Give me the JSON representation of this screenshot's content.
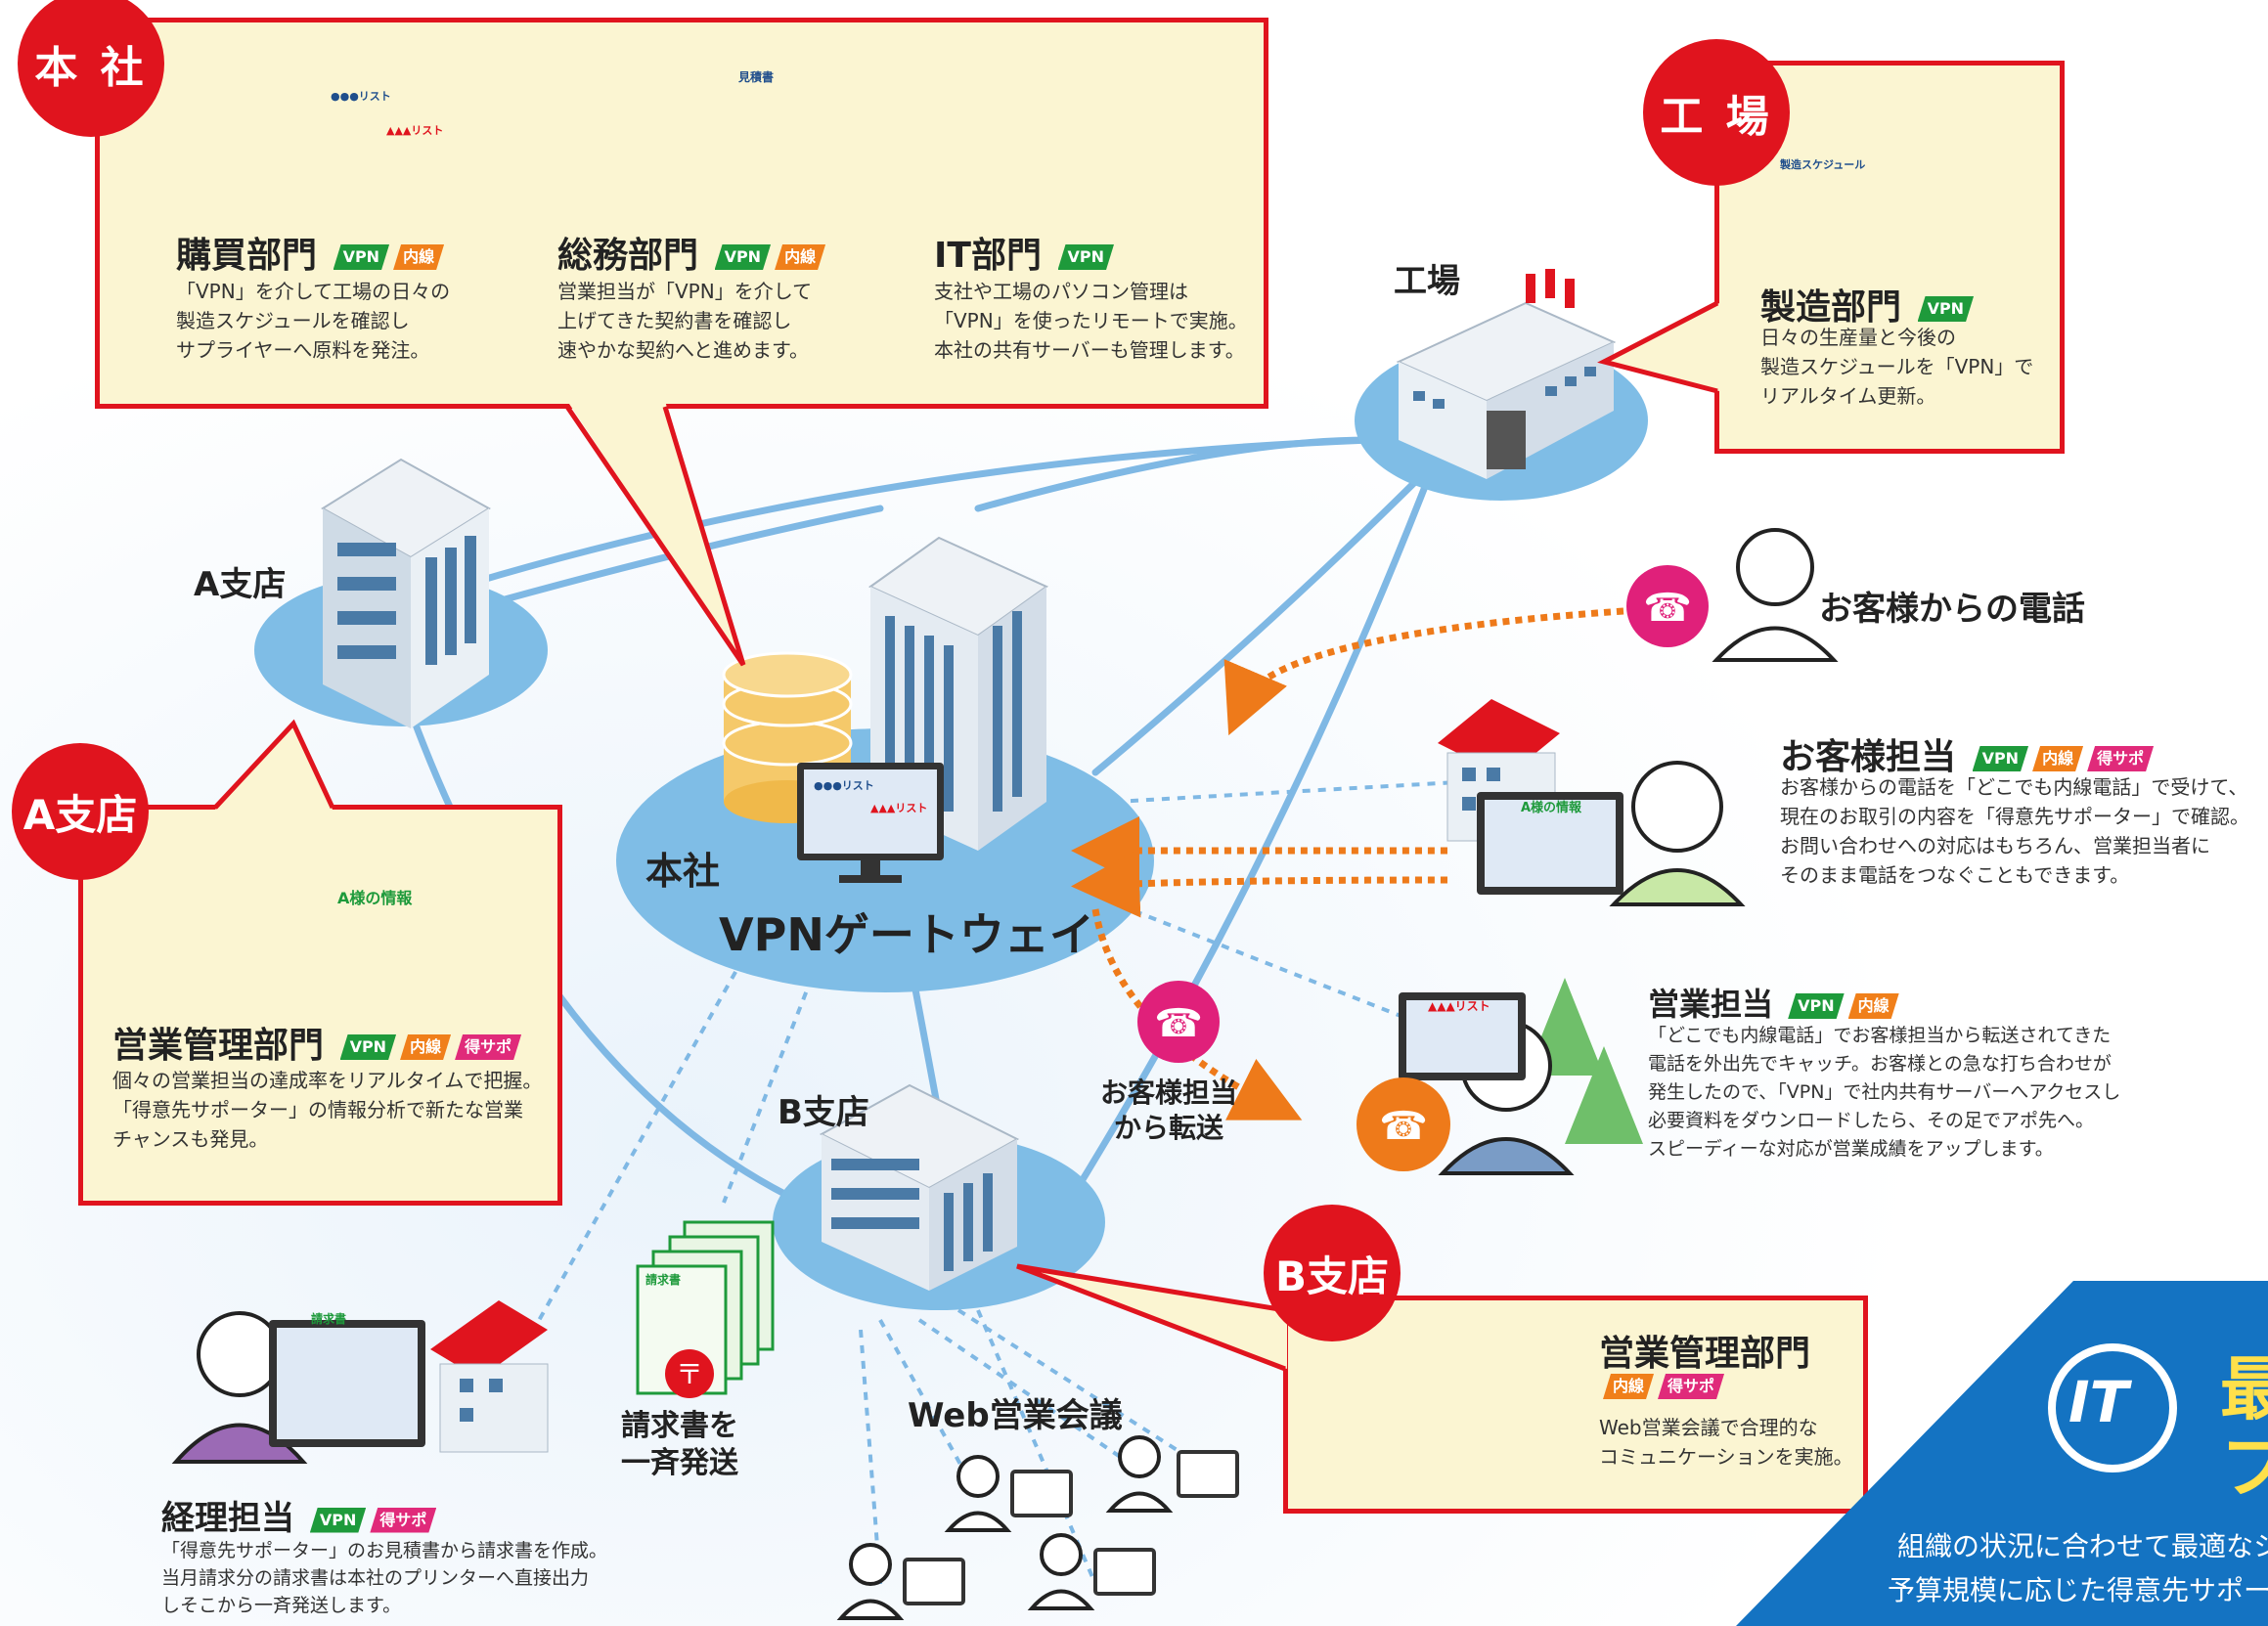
{
  "hq_box": {
    "badge": "本 社",
    "departments": [
      {
        "title": "購買部門",
        "tags": [
          "VPN",
          "内線"
        ],
        "desc": "「VPN」を介して工場の日々の\n製造スケジュールを確認し\nサプライヤーへ原料を発注。",
        "screen_text": "●●●リスト",
        "screen_text2": "▲▲▲リスト"
      },
      {
        "title": "総務部門",
        "tags": [
          "VPN",
          "内線"
        ],
        "desc": "営業担当が「VPN」を介して\n上げてきた契約書を確認し\n速やかな契約へと進めます。",
        "screen_text": "見積書"
      },
      {
        "title": "IT部門",
        "tags": [
          "VPN"
        ],
        "desc": "支社や工場のパソコン管理は\n「VPN」を使ったリモートで実施。\n本社の共有サーバーも管理します。"
      }
    ]
  },
  "factory_box": {
    "badge": "工 場",
    "title": "製造部門",
    "tags": [
      "VPN"
    ],
    "desc": "日々の生産量と今後の\n製造スケジュールを「VPN」で\nリアルタイム更新。",
    "screen_text": "製造スケジュール"
  },
  "abranch_box": {
    "badge": "A支店",
    "title": "営業管理部門",
    "tags": [
      "VPN",
      "内線",
      "得サポ"
    ],
    "desc": "個々の営業担当の達成率をリアルタイムで把握。\n「得意先サポーター」の情報分析で新たな営業\nチャンスも発見。",
    "screen_text": "A様の情報"
  },
  "bbranch_box": {
    "badge": "B支店",
    "title": "営業管理部門",
    "tags": [
      "内線",
      "得サポ"
    ],
    "desc": "Web営業会議で合理的な\nコミュニケーションを実施。"
  },
  "labels": {
    "a_branch": "A支店",
    "factory": "工場",
    "hq": "本社",
    "gateway": "VPNゲートウェイ",
    "b_branch": "B支店",
    "web_meeting": "Web営業会議",
    "invoice_send": "請求書を\n一斉発送",
    "transfer": "お客様担当\nから転送",
    "customer_call": "お客様からの電話",
    "hq_screen1": "●●●リスト",
    "hq_screen2": "▲▲▲リスト",
    "invoice_doc": "請求書",
    "rep_doc": "A様の情報",
    "sales_screen": "▲▲▲リスト"
  },
  "customer_rep": {
    "title": "お客様担当",
    "tags": [
      "VPN",
      "内線",
      "得サポ"
    ],
    "desc": "お客様からの電話を「どこでも内線電話」で受けて、\n現在のお取引の内容を「得意先サポーター」で確認。\nお問い合わせへの対応はもちろん、営業担当者に\nそのまま電話をつなぐこともできます。"
  },
  "sales_rep": {
    "title": "営業担当",
    "tags": [
      "VPN",
      "内線"
    ],
    "desc": "「どこでも内線電話」でお客様担当から転送されてきた\n電話を外出先でキャッチ。お客様との急な打ち合わせが\n発生したので、「VPN」で社内共有サーバーへアクセスし\n必要資料をダウンロードしたら、その足でアポ先へ。\nスピーディーな対応が営業成績をアップします。"
  },
  "accounting": {
    "title": "経理担当",
    "tags": [
      "VPN",
      "得サポ"
    ],
    "desc": "「得意先サポーター」のお見積書から請求書を作成。\n当月請求分の請求書は本社のプリンターへ直接出力\nしそこから一斉発送します。",
    "screen_text": "請求書"
  },
  "corner_banner": {
    "line1": "組織の状況に合わせて最適なシ",
    "line2": "予算規模に応じた得意先サポー",
    "headline1": "最",
    "headline2": "フ",
    "logo": "IT"
  },
  "colors": {
    "red": "#e0141e",
    "box_bg": "#fbf5d2",
    "vpn_green": "#1e9a3b",
    "naisen_orange": "#f07f1a",
    "tokusapo_pink": "#e02a7a",
    "platform_blue": "#7fbde6",
    "line_blue": "#7fb8e4",
    "call_orange": "#ee7a1a",
    "banner_blue": "#1473c2"
  }
}
